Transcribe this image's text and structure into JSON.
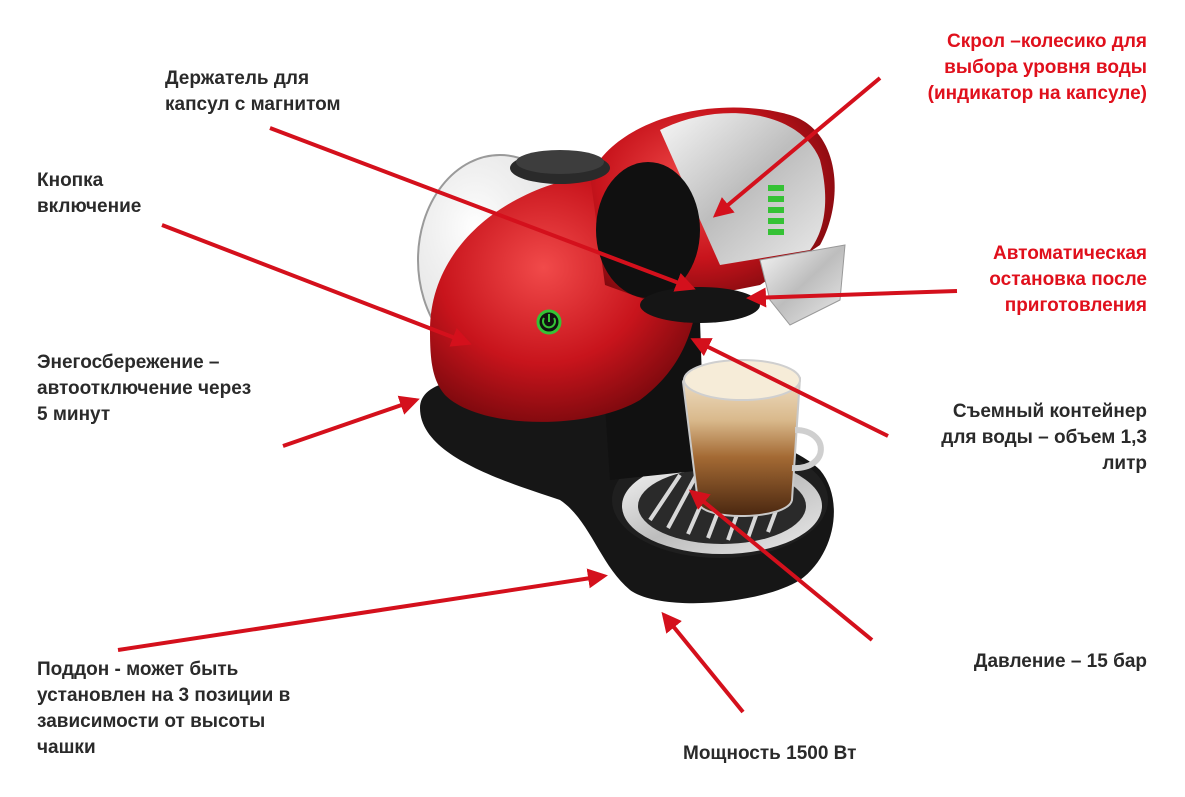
{
  "labels": {
    "capsule_holder": "Держатель для\nкапсул с магнитом",
    "power_button": "Кнопка\nвключение",
    "energy_saving": "Энегосбережение –\nавтоотключение через\n5 минут",
    "tray": "Поддон  - может быть\nустановлен на 3 позиции в\nзависимости от высоты\nчашки",
    "power": "Мощность 1500 Вт",
    "pressure": "Давление – 15 бар",
    "water_tank": "Съемный контейнер\nдля воды – объем 1,3\nлитр",
    "auto_stop": "Автоматическая\nостановка после\nприготовления",
    "scroll_wheel": "Скрол –колесико для\nвыбора уровня воды\n(индикатор на капсуле)"
  },
  "colors": {
    "text": "#2a2a2a",
    "accent_text": "#e0101c",
    "arrow": "#d4101c",
    "machine_body": "#c8141c",
    "base": "#1a1a1a",
    "indicator": "#35c235"
  }
}
